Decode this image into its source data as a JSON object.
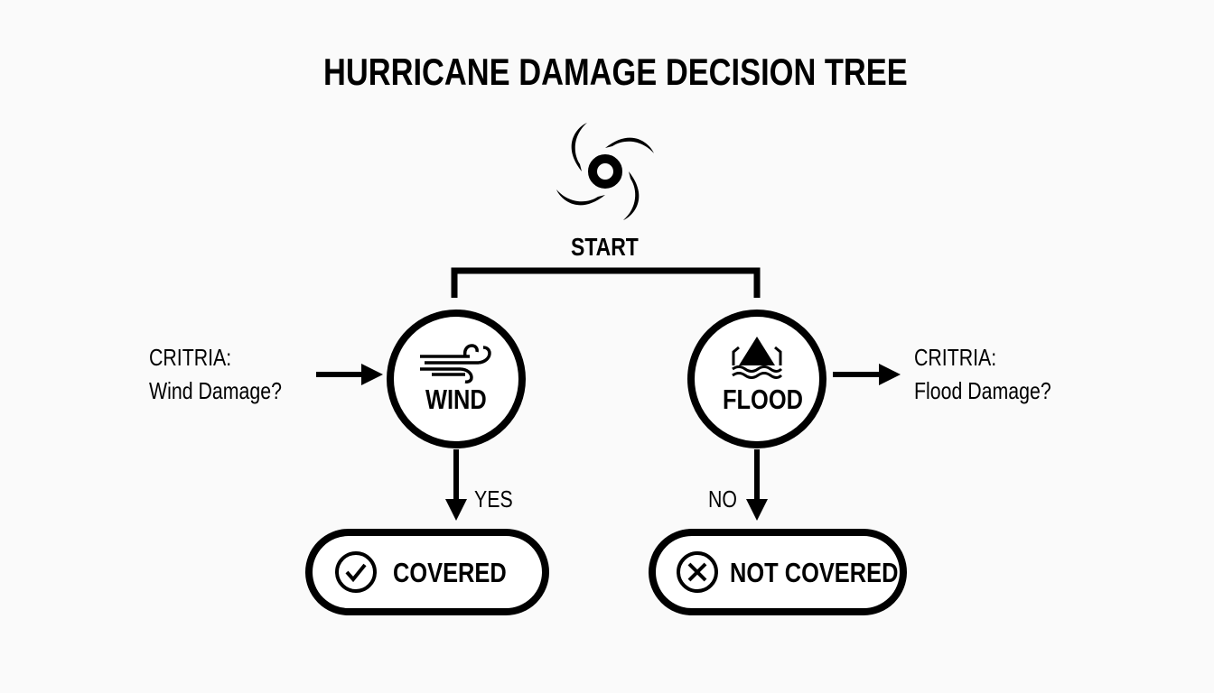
{
  "title": "HURRICANE DAMAGE DECISION TREE",
  "start": {
    "label": "START",
    "icon": "hurricane-icon"
  },
  "wind": {
    "label": "WIND",
    "icon": "wind-icon",
    "criteria_line1": "CRITRIA:",
    "criteria_line2": "Wind Damage?",
    "branch_label": "YES"
  },
  "flood": {
    "label": "FLOOD",
    "icon": "flood-icon",
    "criteria_line1": "CRITRIA:",
    "criteria_line2": "Flood Damage?",
    "branch_label": "NO"
  },
  "outcomes": {
    "covered": "COVERED",
    "not_covered": "NOT COVERED"
  }
}
